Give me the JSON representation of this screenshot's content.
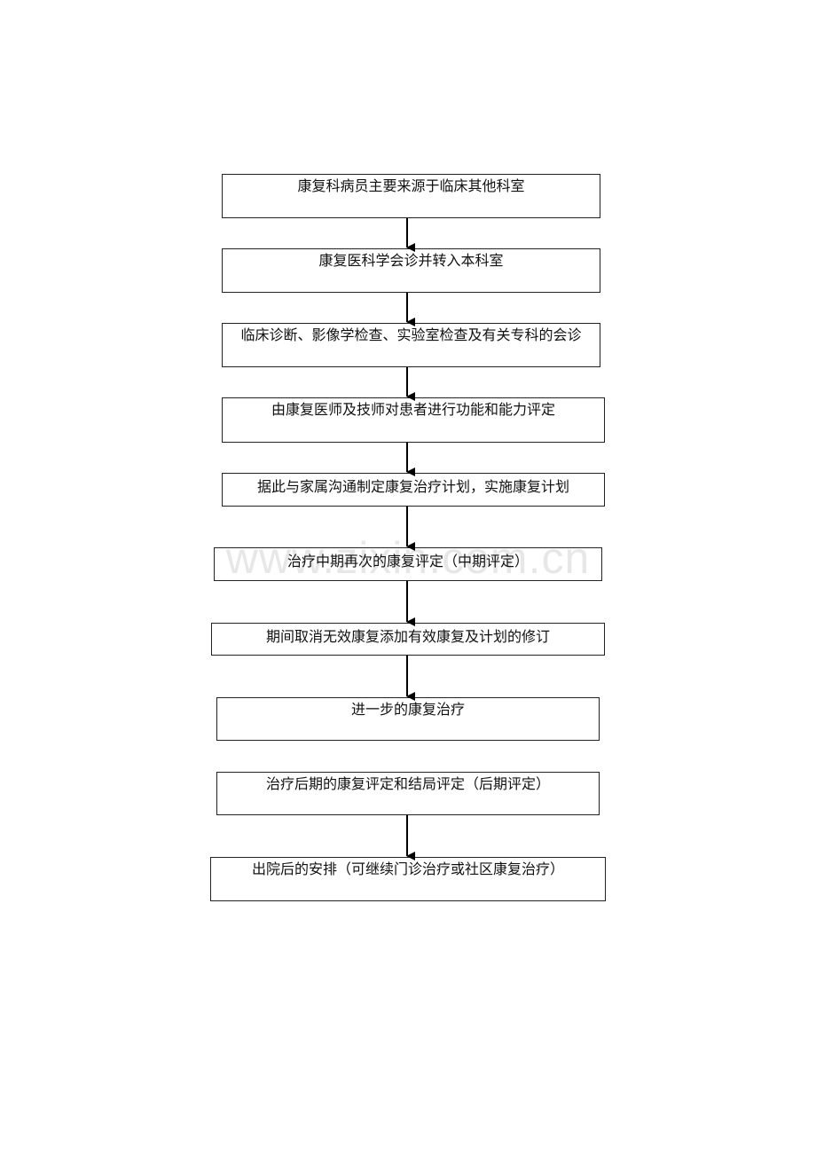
{
  "watermark": "www.zixin.com.cn",
  "steps": [
    "康复科病员主要来源于临床其他科室",
    "康复医科学会诊并转入本科室",
    "临床诊断、影像学检查、实验室检查及有关专科的会诊",
    "由康复医师及技师对患者进行功能和能力评定",
    "据此与家属沟通制定康复治疗计划，实施康复计划",
    "治疗中期再次的康复评定（中期评定）",
    "期间取消无效康复添加有效康复及计划的修订",
    "进一步的康复治疗",
    "治疗后期的康复评定和结局评定（后期评定）",
    "出院后的安排（可继续门诊治疗或社区康复治疗）"
  ]
}
